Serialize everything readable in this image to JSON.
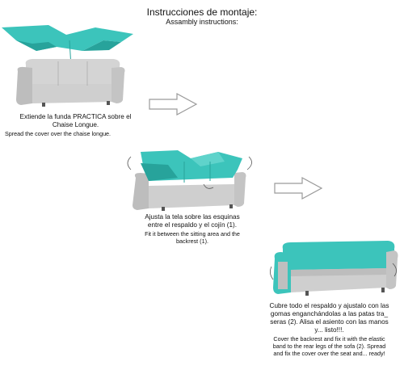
{
  "title": {
    "es": "Instrucciones de montaje:",
    "en": "Assambly instructions:"
  },
  "steps": [
    {
      "es_lines": [
        "Extiende la funda PRACTICA sobre el",
        "Chaise Longue."
      ],
      "en_lines": [
        "Spread the cover over the chaise longue."
      ]
    },
    {
      "es_lines": [
        "Ajusta la tela sobre las esquinas",
        "entre el respaldo y el cojín (1)."
      ],
      "en_lines": [
        "Fit it between the sitting area and the",
        "backrest (1)."
      ]
    },
    {
      "es_lines": [
        "Cubre todo el respaldo y ajustalo con las",
        "gomas enganchándolas a las patas tra_",
        "seras (2). Alisa el asiento con las manos",
        "y... listo!!!."
      ],
      "en_lines": [
        "Cover the backrest and fix it with the elastic",
        "band to the rear legs of the sofa (2). Spread",
        "and fix the cover over the seat and... ready!"
      ]
    }
  ],
  "colors": {
    "cover": "#3cc4bb",
    "cover_dark": "#27a39b",
    "sofa": "#c9c9c9",
    "sofa_dark": "#9e9e9e",
    "arrow": "#9a9a9a"
  },
  "icons": [
    "arrow-right-icon"
  ]
}
